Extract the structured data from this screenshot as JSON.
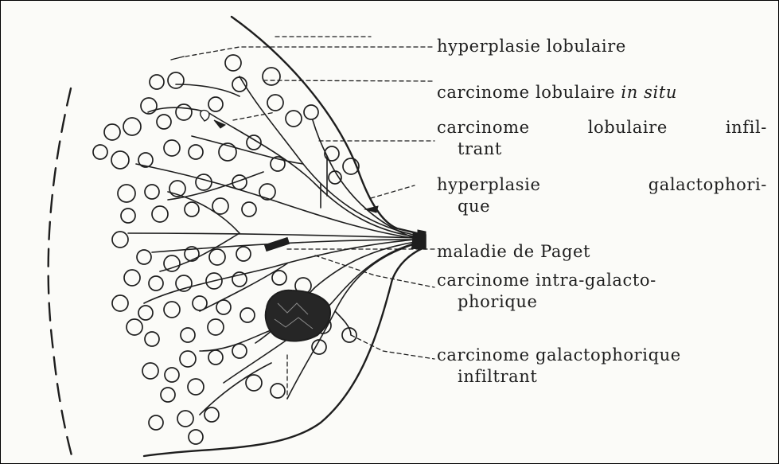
{
  "colors": {
    "ink": "#1e1e1e",
    "paper": "#fbfbf8",
    "frame": "#000000",
    "tumor": "#262626"
  },
  "labels": {
    "hyperplasie_lobulaire": "hyperplasie lobulaire",
    "carcinome_lobulaire_in_situ": {
      "text": "carcinome lobulaire",
      "italic": "in situ"
    },
    "carcinome_lobulaire_infiltrant": {
      "line1_word1": "carcinome",
      "line1_word2": "lobulaire",
      "line1_word3": "infil-",
      "line2": "trant"
    },
    "hyperplasie_galactophorique": {
      "line1_word1": "hyperplasie",
      "line1_word2": "galactophori-",
      "line2": "que"
    },
    "maladie_de_paget": "maladie de Paget",
    "carcinome_intra_galactophorique": {
      "line1": "carcinome intra-galacto-",
      "line2": "phorique"
    },
    "carcinome_galactophorique_infiltrant": {
      "line1": "carcinome galactophorique",
      "line2": "infiltrant"
    }
  }
}
